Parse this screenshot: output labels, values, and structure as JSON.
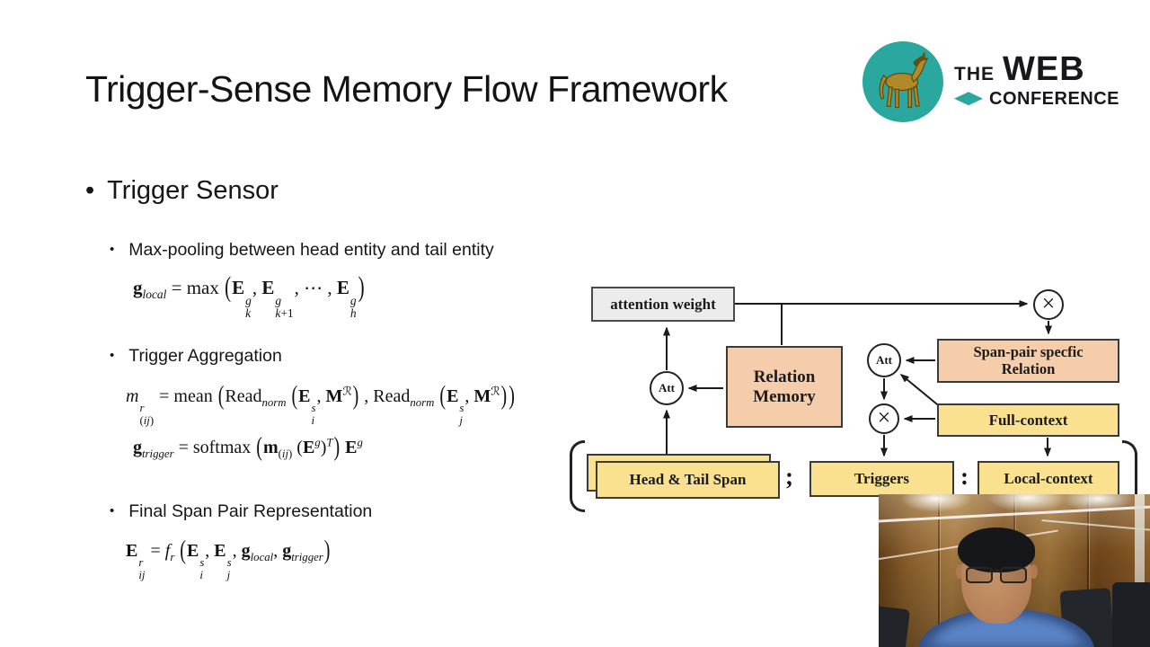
{
  "slide": {
    "title": "Trigger-Sense Memory Flow Framework",
    "bullet": "Trigger Sensor",
    "sections": [
      {
        "label": "Max-pooling between head entity and tail entity",
        "formulas": [
          "\\b{g}_{\\i{local}} = max «\\b{E}^{\\i{g}}_{\\i{k}}, \\b{E}^{\\i{g}}_{\\i{k}+1}, ⋯ , \\b{E}^{\\i{g}}_{\\i{h}}»"
        ]
      },
      {
        "label": "Trigger Aggregation",
        "formulas": [
          "\\i{m}^{\\i{r}}_{(\\i{ij})} = mean «Read_{\\i{norm}} «\\b{E}^{\\i{s}}_{\\i{i}}, \\b{M}^{ℛ}» , Read_{\\i{norm}} «\\b{E}^{\\i{s}}_{\\i{j}}, \\b{M}^{ℛ}»»",
          "\\b{g}_{\\i{trigger}} = softmax «\\b{m}_{(\\i{ij})} (\\b{E}^{\\i{g}})^{\\i{T}}» \\b{E}^{\\i{g}}"
        ]
      },
      {
        "label": "Final Span Pair Representation",
        "formulas": [
          "\\b{E}^{\\i{r}}_{\\i{ij}} = \\i{f}_{\\i{r}} «\\b{E}^{\\i{s}}_{\\i{i}}, \\b{E}^{\\i{s}}_{\\i{j}}, \\b{g}_{\\i{local}}, \\b{g}_{\\i{trigger}}»"
        ]
      }
    ]
  },
  "logo": {
    "the": "THE",
    "web": "WEB",
    "conference": "CONFERENCE",
    "teal": "#2aa79e",
    "horse_gold": "#b08a28",
    "icon": "horse-icon"
  },
  "diagram": {
    "colors": {
      "peach": "#f6cdab",
      "yellow": "#fae18f",
      "gray": "#ececec",
      "line": "#1a1a1a"
    },
    "nodes": {
      "attention_weight": "attention weight",
      "relation_memory_line1": "Relation",
      "relation_memory_line2": "Memory",
      "span_pair_line1": "Span-pair specfic",
      "span_pair_line2": "Relation",
      "full_context": "Full-context",
      "head_tail_span": "Head & Tail Span",
      "triggers": "Triggers",
      "local_context": "Local-context",
      "att": "Att",
      "otimes": "×",
      "sep1": ";",
      "sep2": ":"
    }
  },
  "webcam": {
    "description": "presenter video, man with glasses in blue hoodie, wood panel wall",
    "wood": "#8a5e2c",
    "hoodie": "#5b84c6"
  }
}
